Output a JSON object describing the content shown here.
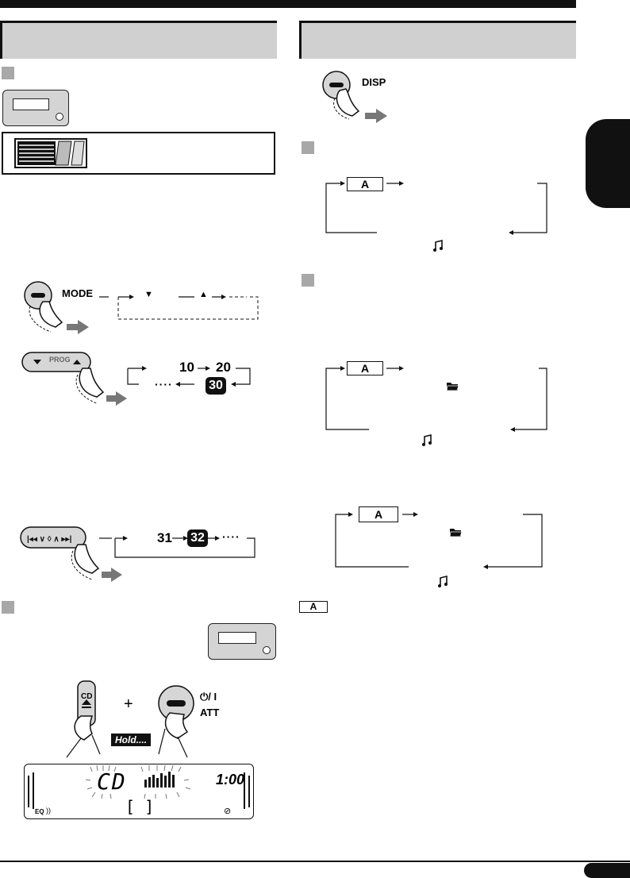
{
  "buttons": {
    "disp_label": "DISP",
    "mode_label": "MODE",
    "prog_label": "PROG",
    "cd_eject_label": "CD",
    "att_label": "ATT",
    "power_label": "⏻/ I",
    "plus_sign": "+",
    "hold_label": "Hold...."
  },
  "mode_sequence": {
    "down_arrow": "▼",
    "up_arrow": "▲"
  },
  "prog_sequence": {
    "n10": "10",
    "n20": "20",
    "n30": "30",
    "dots": "····"
  },
  "track_sequence": {
    "n31": "31",
    "n32": "32",
    "dots": "····"
  },
  "display_flow": {
    "box_label": "A",
    "legend_label": "A"
  },
  "lcd": {
    "source": "CD",
    "time": "1:00",
    "bottom_text": "[ ]",
    "eq_label": "EQ"
  }
}
